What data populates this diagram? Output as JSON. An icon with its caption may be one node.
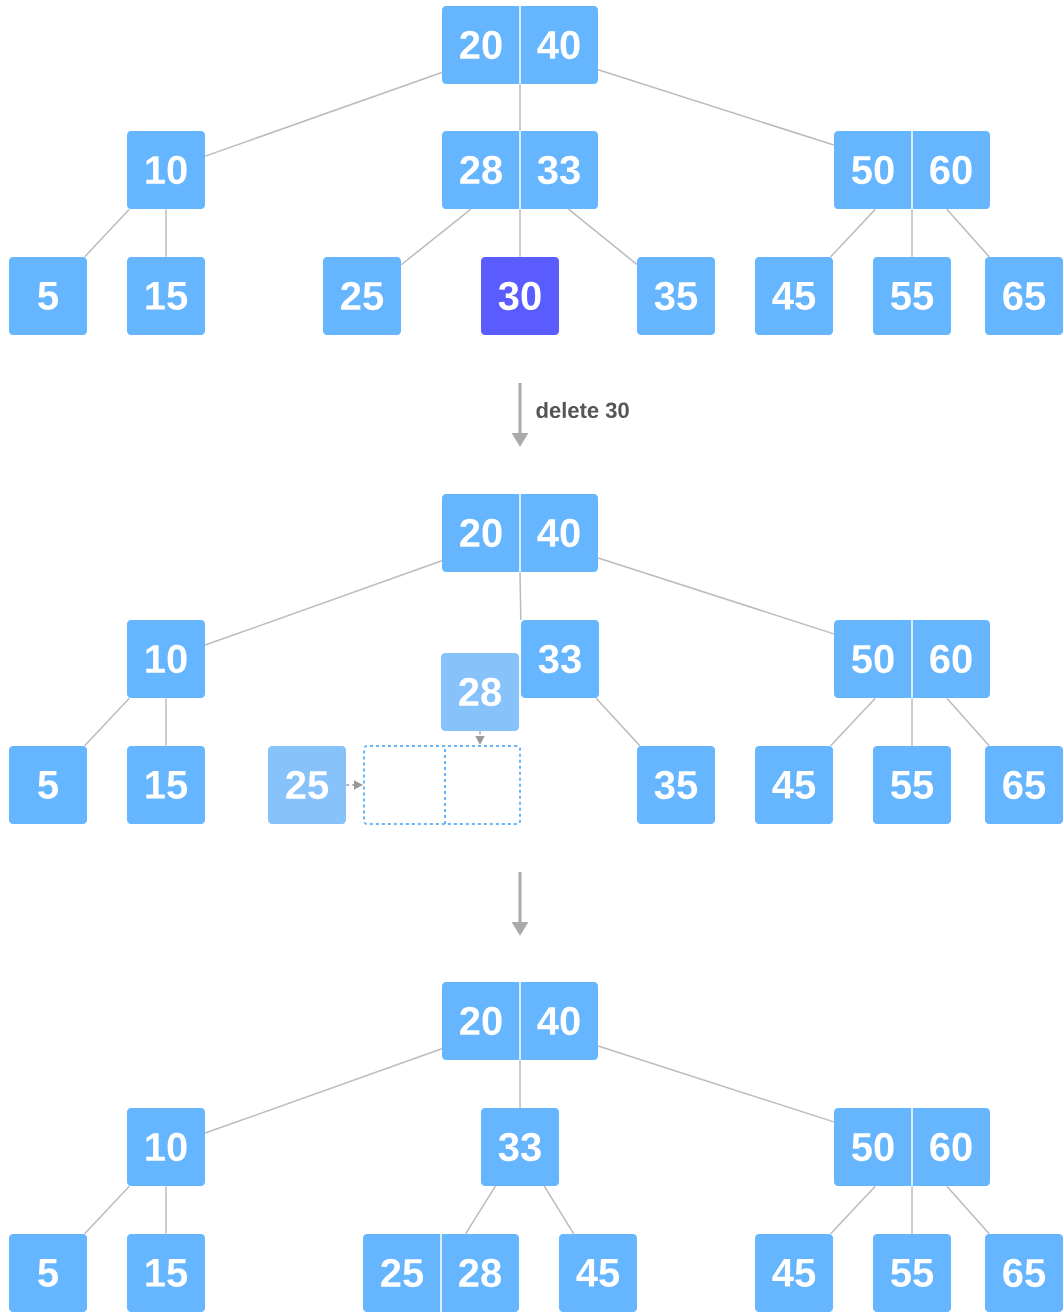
{
  "diagram": {
    "nodes": [
      {
        "text": [
          "20",
          "40"
        ]
      },
      {
        "text": [
          "10"
        ]
      },
      {
        "text": [
          "28",
          "33"
        ]
      },
      {
        "text": [
          "50",
          "60"
        ]
      },
      {
        "text": [
          "5"
        ]
      },
      {
        "text": [
          "15"
        ]
      },
      {
        "text": [
          "25"
        ]
      },
      {
        "text": [
          "30"
        ]
      },
      {
        "text": [
          "35"
        ]
      },
      {
        "text": [
          "45"
        ]
      },
      {
        "text": [
          "55"
        ]
      },
      {
        "text": [
          "65"
        ]
      },
      {
        "text": [
          "20",
          "40"
        ]
      },
      {
        "text": [
          "10"
        ]
      },
      {
        "text": [
          "33"
        ]
      },
      {
        "text": [
          "50",
          "60"
        ]
      },
      {
        "text": [
          "28"
        ]
      },
      {
        "text": [
          "5"
        ]
      },
      {
        "text": [
          "15"
        ]
      },
      {
        "text": [
          "25"
        ]
      },
      {
        "text": [],
        "shape": "box"
      },
      {
        "text": [
          "35"
        ]
      },
      {
        "text": [
          "45"
        ]
      },
      {
        "text": [
          "55"
        ]
      },
      {
        "text": [
          "65"
        ]
      },
      {
        "text": [
          "20",
          "40"
        ]
      },
      {
        "text": [
          "10"
        ]
      },
      {
        "text": [
          "33"
        ]
      },
      {
        "text": [
          "50",
          "60"
        ]
      },
      {
        "text": [
          "5"
        ]
      },
      {
        "text": [
          "15"
        ]
      },
      {
        "text": [
          "25",
          "28"
        ]
      },
      {
        "text": [
          "45"
        ]
      },
      {
        "text": [
          "45"
        ]
      },
      {
        "text": [
          "55"
        ]
      },
      {
        "text": [
          "65"
        ]
      }
    ],
    "edges": [
      {
        "from": 0,
        "to": 1,
        "arrow": "none"
      },
      {
        "from": 0,
        "to": 2,
        "arrow": "none"
      },
      {
        "from": 0,
        "to": 3,
        "arrow": "none"
      },
      {
        "from": 1,
        "to": 4,
        "arrow": "none"
      },
      {
        "from": 1,
        "to": 5,
        "arrow": "none"
      },
      {
        "from": 2,
        "to": 6,
        "arrow": "none"
      },
      {
        "from": 2,
        "to": 7,
        "arrow": "none"
      },
      {
        "from": 2,
        "to": 8,
        "arrow": "none"
      },
      {
        "from": 3,
        "to": 9,
        "arrow": "none"
      },
      {
        "from": 3,
        "to": 10,
        "arrow": "none"
      },
      {
        "from": 3,
        "to": 11,
        "arrow": "none"
      },
      {
        "from": 12,
        "to": 13,
        "arrow": "none"
      },
      {
        "from": 12,
        "to": 14,
        "arrow": "none"
      },
      {
        "from": 12,
        "to": 15,
        "arrow": "none"
      },
      {
        "from": 13,
        "to": 17,
        "arrow": "none"
      },
      {
        "from": 13,
        "to": 18,
        "arrow": "none"
      },
      {
        "from": 14,
        "to": 21,
        "arrow": "none"
      },
      {
        "from": 15,
        "to": 22,
        "arrow": "none"
      },
      {
        "from": 15,
        "to": 23,
        "arrow": "none"
      },
      {
        "from": 15,
        "to": 24,
        "arrow": "none"
      },
      {
        "from": 19,
        "to": 20,
        "arrow": "to",
        "style": "dashed",
        "color": "#999999"
      },
      {
        "from": 16,
        "to": 20,
        "arrow": "to",
        "style": "dashed",
        "color": "#999999"
      },
      {
        "from": 25,
        "to": 26,
        "arrow": "none"
      },
      {
        "from": 25,
        "to": 27,
        "arrow": "none"
      },
      {
        "from": 25,
        "to": 28,
        "arrow": "none"
      },
      {
        "from": 26,
        "to": 29,
        "arrow": "none"
      },
      {
        "from": 26,
        "to": 30,
        "arrow": "none"
      },
      {
        "from": 27,
        "to": 31,
        "arrow": "none"
      },
      {
        "from": 27,
        "to": 32,
        "arrow": "none"
      },
      {
        "from": 28,
        "to": 33,
        "arrow": "none"
      },
      {
        "from": 28,
        "to": 34,
        "arrow": "none"
      },
      {
        "from": 28,
        "to": 35,
        "arrow": "none"
      }
    ],
    "labels": [
      "delete 30"
    ]
  }
}
